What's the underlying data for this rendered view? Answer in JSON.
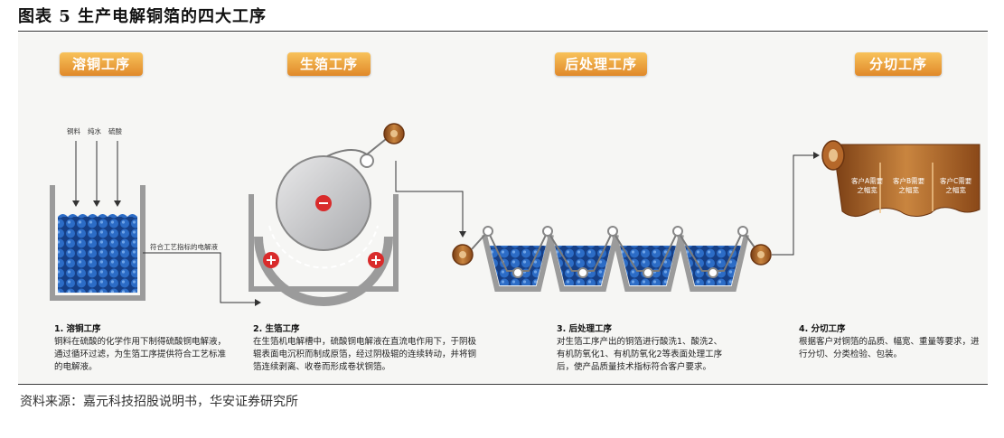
{
  "figure_title": "图表 5 生产电解铜箔的四大工序",
  "source": "资料来源：嘉元科技招股说明书，华安证券研究所",
  "stages": [
    {
      "badge": "溶铜工序",
      "heading": "1. 溶铜工序",
      "lines": [
        "铜料在硫酸的化学作用下制得硫酸铜电解液，",
        "通过循环过滤，为生箔工序提供符合工艺标准",
        "的电解液。"
      ]
    },
    {
      "badge": "生箔工序",
      "heading": "2. 生箔工序",
      "lines": [
        "在生箔机电解槽中，硫酸铜电解液在直流电作用下，于阴极",
        "辊表面电沉积而制成原箔，经过阴极辊的连续转动，并将铜",
        "箔连续剥离、收卷而形成卷状铜箔。"
      ]
    },
    {
      "badge": "后处理工序",
      "heading": "3. 后处理工序",
      "lines": [
        "对生箔工序产出的铜箔进行酸洗1、酸洗2、",
        "有机防氧化1、有机防氧化2等表面处理工序",
        "后，使产品质量技术指标符合客户要求。"
      ]
    },
    {
      "badge": "分切工序",
      "heading": "4. 分切工序",
      "lines": [
        "根据客户对铜箔的品质、幅宽、重量等要求，进",
        "行分切、分类检验、包装。"
      ]
    }
  ],
  "inputs": [
    "铜料",
    "纯水",
    "硫酸"
  ],
  "flow_label": "符合工艺指标的电解液",
  "roll_labels": [
    [
      "客户A需要",
      "之幅宽"
    ],
    [
      "客户B需要",
      "之幅宽"
    ],
    [
      "客户C需要",
      "之幅宽"
    ]
  ],
  "colors": {
    "badge": "#e8962f",
    "liquid": "#1f5aa8",
    "copper": "#b5682a",
    "red": "#d92b2b"
  }
}
